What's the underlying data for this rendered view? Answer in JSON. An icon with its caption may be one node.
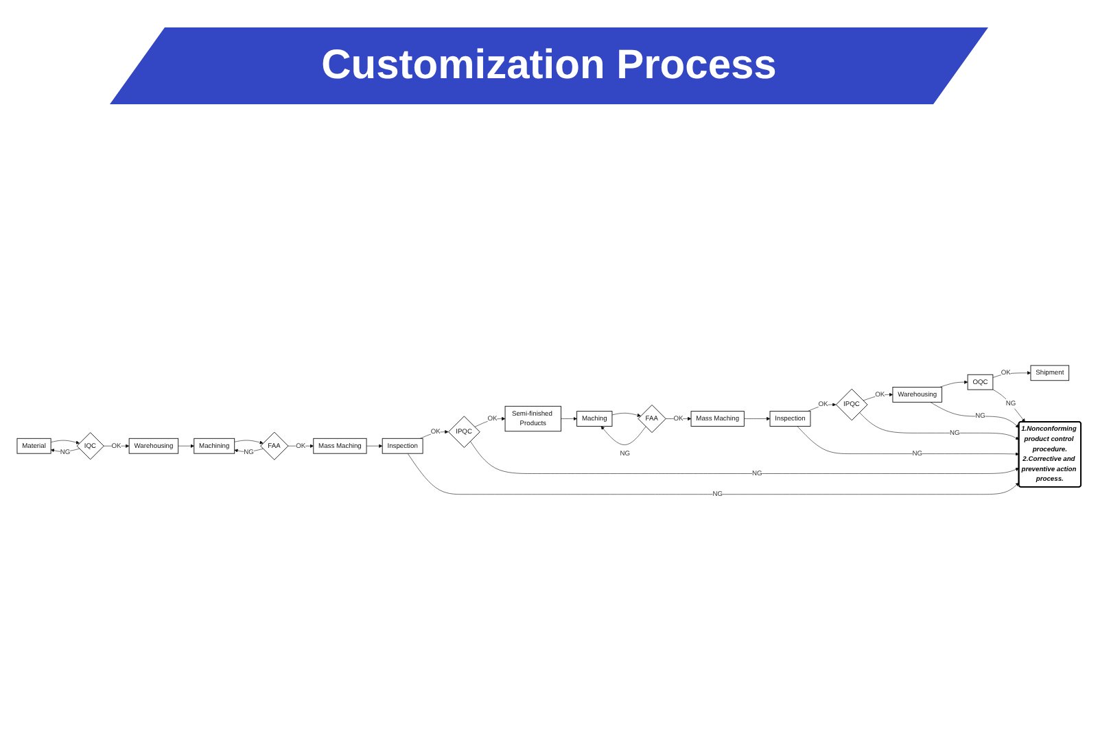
{
  "diagram": {
    "title": "Customization Process",
    "nodes": [
      {
        "text": [
          "Material"
        ]
      },
      {
        "text": [
          "IQC"
        ]
      },
      {
        "text": [
          "Warehousing"
        ]
      },
      {
        "text": [
          "Machining"
        ]
      },
      {
        "text": [
          "FAA"
        ]
      },
      {
        "text": [
          "Mass Maching"
        ]
      },
      {
        "text": [
          "Inspection"
        ]
      },
      {
        "text": [
          "IPQC"
        ]
      },
      {
        "text": [
          "Semi-finished Products"
        ]
      },
      {
        "text": [
          "Maching"
        ]
      },
      {
        "text": [
          "FAA"
        ]
      },
      {
        "text": [
          "Mass Maching"
        ]
      },
      {
        "text": [
          "Inspection"
        ]
      },
      {
        "text": [
          "IPQC"
        ]
      },
      {
        "text": [
          "Warehousing"
        ]
      },
      {
        "text": [
          "OQC"
        ]
      },
      {
        "text": [
          "Shipment"
        ]
      },
      {
        "text": [
          "1.Nonconforming product control procedure.",
          "2.Corrective and preventive action process."
        ]
      }
    ],
    "edges": [
      {
        "from": 0,
        "to": 1,
        "arrow": "to"
      },
      {
        "from": 1,
        "to": 0,
        "arrow": "to",
        "label": "NG"
      },
      {
        "from": 1,
        "to": 2,
        "arrow": "to",
        "label": "OK"
      },
      {
        "from": 2,
        "to": 3,
        "arrow": "to"
      },
      {
        "from": 3,
        "to": 4,
        "arrow": "to"
      },
      {
        "from": 4,
        "to": 3,
        "arrow": "to",
        "label": "NG"
      },
      {
        "from": 4,
        "to": 5,
        "arrow": "to",
        "label": "OK"
      },
      {
        "from": 5,
        "to": 6,
        "arrow": "to"
      },
      {
        "from": 6,
        "to": 7,
        "arrow": "to",
        "label": "OK"
      },
      {
        "from": 6,
        "to": 17,
        "arrow": "to",
        "label": "NG"
      },
      {
        "from": 7,
        "to": 8,
        "arrow": "to",
        "label": "OK"
      },
      {
        "from": 7,
        "to": 17,
        "arrow": "to",
        "label": "NG"
      },
      {
        "from": 8,
        "to": 9,
        "arrow": "to"
      },
      {
        "from": 9,
        "to": 10,
        "arrow": "to"
      },
      {
        "from": 10,
        "to": 9,
        "arrow": "to",
        "label": "NG"
      },
      {
        "from": 10,
        "to": 11,
        "arrow": "to",
        "label": "OK"
      },
      {
        "from": 11,
        "to": 12,
        "arrow": "to"
      },
      {
        "from": 12,
        "to": 13,
        "arrow": "to",
        "label": "OK"
      },
      {
        "from": 12,
        "to": 17,
        "arrow": "to",
        "label": "NG"
      },
      {
        "from": 13,
        "to": 14,
        "arrow": "to",
        "label": "OK"
      },
      {
        "from": 13,
        "to": 17,
        "arrow": "to",
        "label": "NG"
      },
      {
        "from": 14,
        "to": 15,
        "arrow": "to"
      },
      {
        "from": 14,
        "to": 17,
        "arrow": "to",
        "label": "NG"
      },
      {
        "from": 15,
        "to": 16,
        "arrow": "to",
        "label": "OK"
      },
      {
        "from": 15,
        "to": 17,
        "arrow": "to",
        "label": "NG"
      }
    ]
  }
}
